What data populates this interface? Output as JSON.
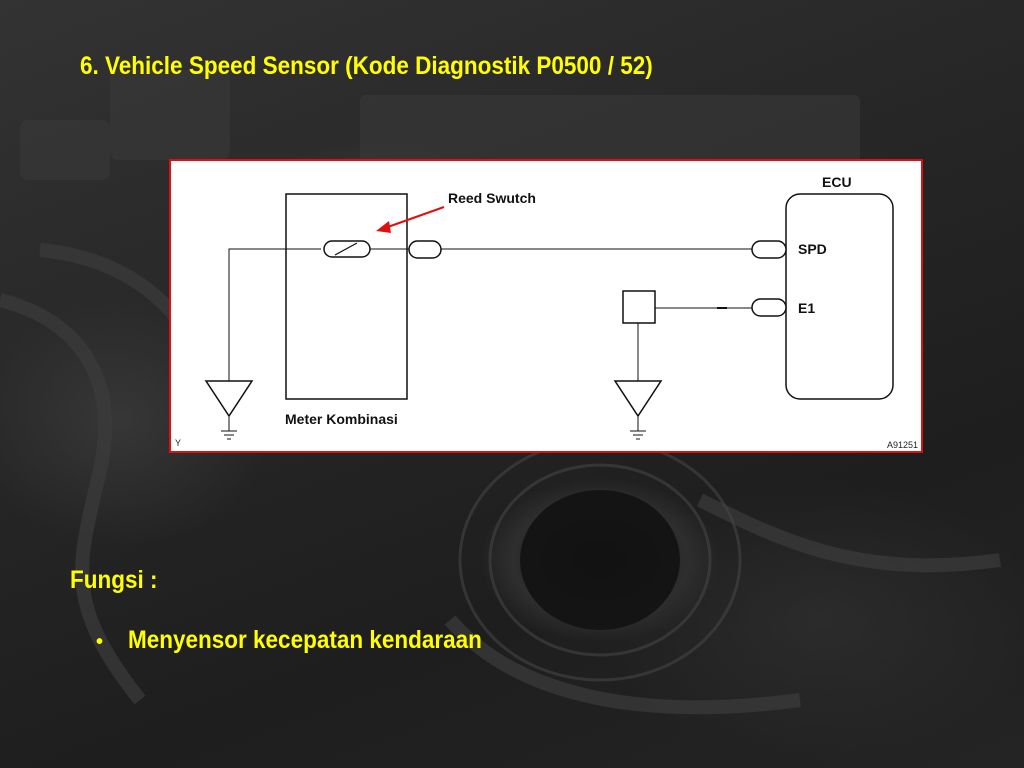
{
  "slide": {
    "title": "6. Vehicle Speed Sensor (Kode Diagnostik P0500 / 52)",
    "fungsi_heading": "Fungsi :",
    "bullets": [
      {
        "marker": "•",
        "text": "Menyensor kecepatan kendaraan"
      }
    ]
  },
  "diagram": {
    "ecu_label": "ECU",
    "reed_switch_label": "Reed Swutch",
    "spd_label": "SPD",
    "e1_label": "E1",
    "meter_label": "Meter Kombinasi",
    "corner_left": "Y",
    "corner_right": "A91251",
    "border_color": "#e01010",
    "arrow_color": "#e01010"
  },
  "colors": {
    "text_accent": "#ffff00",
    "background": "#262626"
  }
}
